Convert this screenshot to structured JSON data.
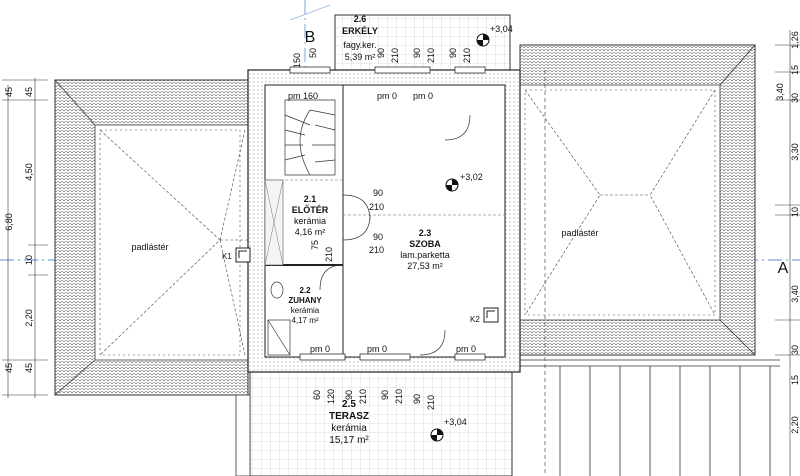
{
  "rooms": {
    "erkely": {
      "num": "2.6",
      "name": "ERKÉLY",
      "material": "fagy.ker.",
      "area": "5,39 m²"
    },
    "eloter": {
      "num": "2.1",
      "name": "ELŐTÉR",
      "material": "kerámia",
      "area": "4,16 m²"
    },
    "szoba": {
      "num": "2.3",
      "name": "SZOBA",
      "material": "lam.parketta",
      "area": "27,53 m²"
    },
    "zuhany": {
      "num": "2.2",
      "name": "ZUHANY",
      "material": "kerámia",
      "area": "4,17 m²"
    },
    "terasz": {
      "num": "2.5",
      "name": "TERASZ",
      "material": "kerámia",
      "area": "15,17 m²"
    }
  },
  "attic": {
    "left": "padlástér",
    "right": "padlástér"
  },
  "axes": {
    "b": "B",
    "a": "A"
  },
  "levels": {
    "top": "+3,04",
    "middle": "+3,02",
    "bottom": "+3,04"
  },
  "chimneys": {
    "k1": "K1",
    "k2": "K2"
  },
  "sill_labels": {
    "pm160": "pm 160",
    "pm0": "pm 0",
    "pm0_b": "pm 0"
  },
  "openings": {
    "top_dims": [
      "150",
      "50",
      "90",
      "210",
      "90",
      "210",
      "90",
      "210"
    ],
    "bottom_dims": [
      "60",
      "120",
      "90",
      "210",
      "90",
      "210",
      "90",
      "210"
    ],
    "mid_90_a": "90",
    "mid_210_a": "210",
    "mid_90_b": "90",
    "mid_210_b": "210",
    "mid_75": "75",
    "mid_210_c": "210"
  },
  "left_dims": [
    "45",
    "4,50",
    "6,80",
    "10",
    "2,20",
    "45"
  ],
  "right_dims": [
    "1,26",
    "15",
    "3,40",
    "30",
    "3,30",
    "10",
    "3,40",
    "30",
    "15",
    "2,20"
  ],
  "left_col_dims": [
    "45",
    "45"
  ]
}
